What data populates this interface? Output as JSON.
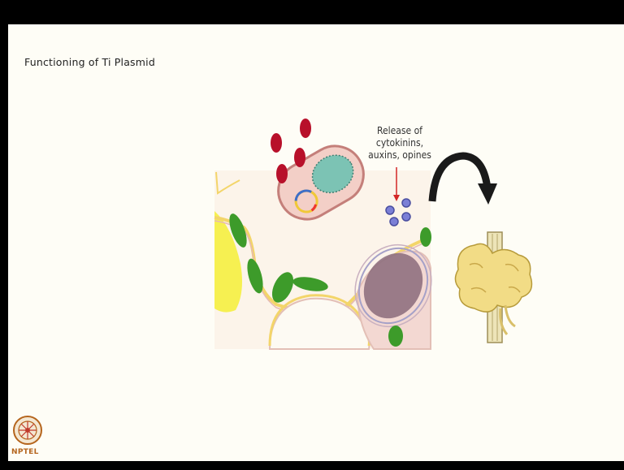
{
  "slide": {
    "title": "Functioning of Ti Plasmid",
    "release_label": {
      "line1": "Release of",
      "line2": "cytokinins,",
      "line3": "auxins, opines"
    },
    "logo_text": "NPTEL"
  },
  "icons": [
    "bacterium-icon",
    "curved-arrow-icon",
    "crown-gall-tumor-icon",
    "nptel-logo-icon"
  ],
  "colors": {
    "background": "#fefdf6",
    "bacterium_fill": "#f3cfc7",
    "red_particles": "#b8102a",
    "hormone_particles": "#7b7fd6",
    "chloroplast": "#3d9b2a",
    "cell_wall": "#f3d56a",
    "tumor": "#f2dc86",
    "arrow": "#1a1a1a",
    "pointer_arrow": "#d32626"
  }
}
